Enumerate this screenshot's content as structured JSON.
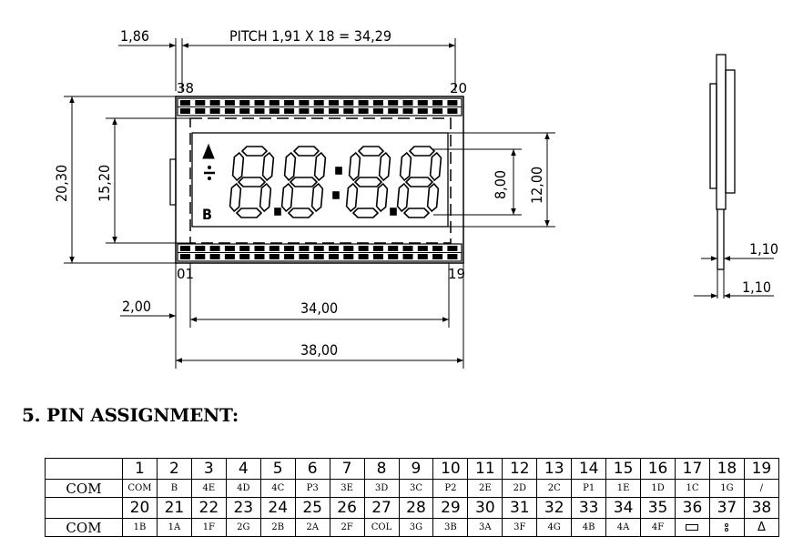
{
  "drawing": {
    "dimensions": {
      "pin_offset": "1,86",
      "pitch": "PITCH 1,91 X 18 = 34,29",
      "overall_height": "20,30",
      "viewing_height": "15,20",
      "digit_height": "8,00",
      "window_height": "12,00",
      "left_margin": "2,00",
      "viewing_width": "34,00",
      "overall_width": "38,00",
      "glass_thickness_top": "1,10",
      "glass_thickness_bottom": "1,10"
    },
    "pin_labels": {
      "top_left": "38",
      "top_right": "20",
      "bottom_left": "01",
      "bottom_right": "19"
    },
    "display": {
      "digits": "8.8:8.8",
      "battery_label": "B"
    }
  },
  "section_title": "5. PIN ASSIGNMENT:",
  "pin_table": {
    "row_header": "COM",
    "row1_pins": [
      "1",
      "2",
      "3",
      "4",
      "5",
      "6",
      "7",
      "8",
      "9",
      "10",
      "11",
      "12",
      "13",
      "14",
      "15",
      "16",
      "17",
      "18",
      "19"
    ],
    "row1_segments": [
      "COM",
      "B",
      "4E",
      "4D",
      "4C",
      "P3",
      "3E",
      "3D",
      "3C",
      "P2",
      "2E",
      "2D",
      "2C",
      "P1",
      "1E",
      "1D",
      "1C",
      "1G",
      "/"
    ],
    "row2_pins": [
      "20",
      "21",
      "22",
      "23",
      "24",
      "25",
      "26",
      "27",
      "28",
      "29",
      "30",
      "31",
      "32",
      "33",
      "34",
      "35",
      "36",
      "37",
      "38"
    ],
    "row2_segments": [
      "1B",
      "1A",
      "1F",
      "2G",
      "2B",
      "2A",
      "2F",
      "COL",
      "3G",
      "3B",
      "3A",
      "3F",
      "4G",
      "4B",
      "4A",
      "4F",
      "box-symbol",
      "colon-symbol",
      "triangle-symbol"
    ],
    "triangle_glyph": "Δ"
  }
}
